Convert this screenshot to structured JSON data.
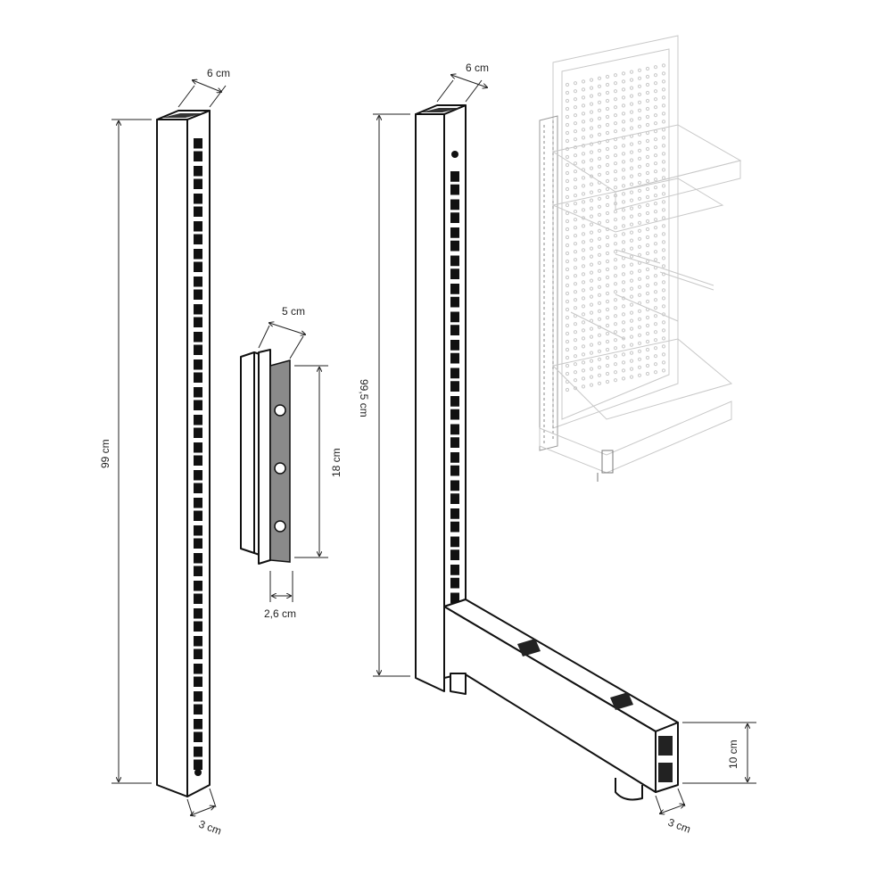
{
  "labels": {
    "post_depth": "6 cm",
    "post_height": "99 cm",
    "post_slot_offset": "3 cm",
    "connector_width": "5 cm",
    "connector_height": "18 cm",
    "connector_thickness": "2,6 cm",
    "upright_depth": "6 cm",
    "upright_height": "99,5 cm",
    "base_height": "10 cm",
    "base_slot_offset": "3 cm"
  },
  "colors": {
    "line": "#111111",
    "faint": "#c8c8c8",
    "connector_fill": "#8a8a8a"
  }
}
